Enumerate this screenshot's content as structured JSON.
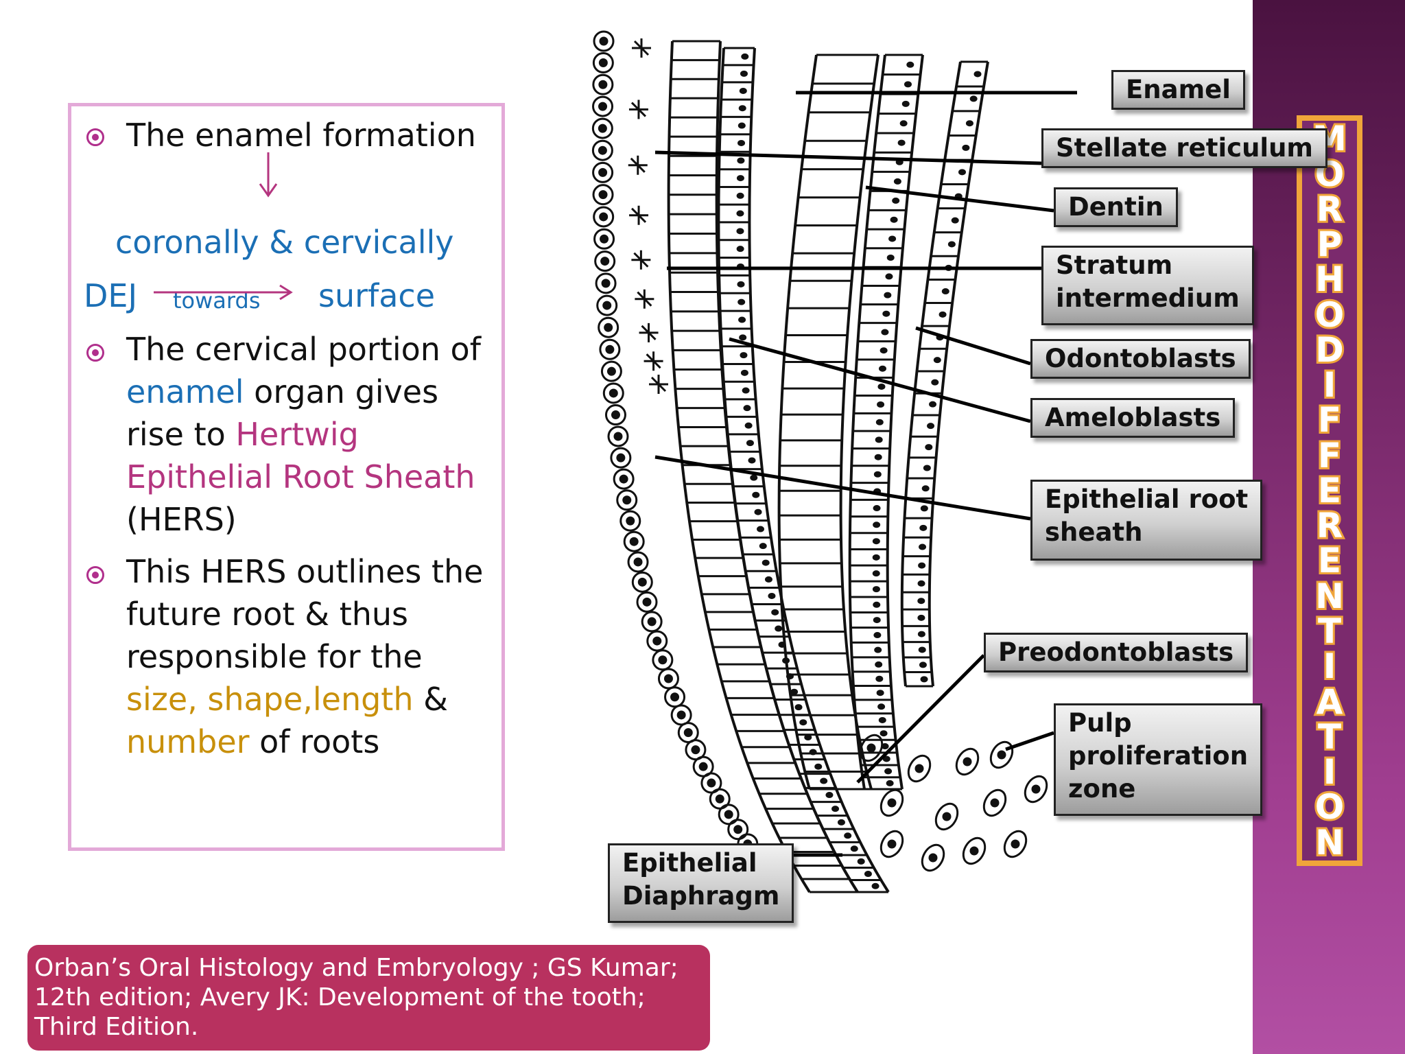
{
  "title": {
    "letters": [
      "M",
      "O",
      "R",
      "P",
      "H",
      "O",
      "D",
      "I",
      "F",
      "F",
      "E",
      "R",
      "E",
      "N",
      "T",
      "I",
      "A",
      "T",
      "I",
      "O",
      "N"
    ]
  },
  "text_box": {
    "line1": "The enamel formation",
    "line2": "coronally & cervically",
    "line3_dej": "DEJ",
    "line3_towards": "towards",
    "line3_surface": "surface",
    "b2_l1": "The cervical portion of",
    "b2_enamel": "enamel",
    "b2_organ": " organ gives",
    "b2_rise": "rise to ",
    "b2_hertwig": "Hertwig",
    "b2_ers": "Epithelial Root Sheath",
    "b2_hers": "(HERS)",
    "b3_l1": "This HERS outlines the",
    "b3_l2": "future root & thus",
    "b3_l3": "responsible for the",
    "b3_size": "size, shape,length",
    "b3_amp": " &",
    "b3_number": "number",
    "b3_roots": " of roots"
  },
  "diagram": {
    "labels": {
      "enamel": "Enamel",
      "stellate": "Stellate reticulum",
      "dentin": "Dentin",
      "stratum1": "Stratum",
      "stratum2": "intermedium",
      "odontoblasts": "Odontoblasts",
      "ameloblasts": "Ameloblasts",
      "ers1": "Epithelial root",
      "ers2": "sheath",
      "preodontoblasts": "Preodontoblasts",
      "pulp1": "Pulp",
      "pulp2": "proliferation",
      "pulp3": "zone",
      "diaphragm1": "Epithelial",
      "diaphragm2": "Diaphragm"
    }
  },
  "reference": {
    "line1": "Orban’s Oral Histology and Embryology ; GS Kumar;",
    "line2": "12th edition; Avery JK: Development of the tooth;",
    "line3": "Third Edition."
  },
  "colors": {
    "sidebar": "#7b2a6d",
    "title_border": "#f0a53a",
    "box_border": "#e3a9d8",
    "bullet": "#b02f8c",
    "blue": "#1b6fb5",
    "magenta": "#b4357f",
    "gold": "#c8900b",
    "reference_bg": "#b8315f"
  }
}
